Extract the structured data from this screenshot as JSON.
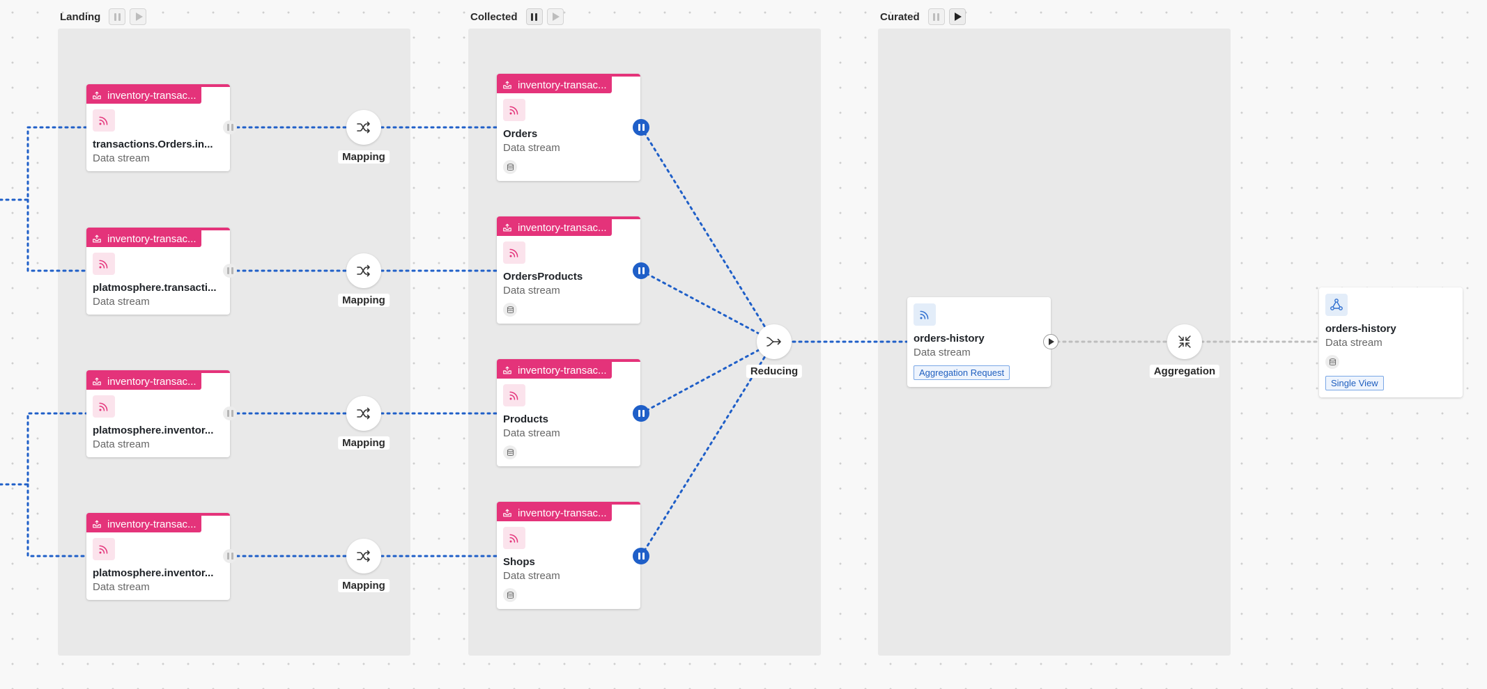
{
  "stages": [
    {
      "title": "Landing"
    },
    {
      "title": "Collected"
    },
    {
      "title": "Curated"
    }
  ],
  "landing_nodes": [
    {
      "tag": "inventory-transac...",
      "name": "transactions.Orders.in...",
      "type": "Data stream"
    },
    {
      "tag": "inventory-transac...",
      "name": "platmosphere.transacti...",
      "type": "Data stream"
    },
    {
      "tag": "inventory-transac...",
      "name": "platmosphere.inventor...",
      "type": "Data stream"
    },
    {
      "tag": "inventory-transac...",
      "name": "platmosphere.inventor...",
      "type": "Data stream"
    }
  ],
  "mappings": [
    {
      "label": "Mapping"
    },
    {
      "label": "Mapping"
    },
    {
      "label": "Mapping"
    },
    {
      "label": "Mapping"
    }
  ],
  "collected_nodes": [
    {
      "tag": "inventory-transac...",
      "name": "Orders",
      "type": "Data stream"
    },
    {
      "tag": "inventory-transac...",
      "name": "OrdersProducts",
      "type": "Data stream"
    },
    {
      "tag": "inventory-transac...",
      "name": "Products",
      "type": "Data stream"
    },
    {
      "tag": "inventory-transac...",
      "name": "Shops",
      "type": "Data stream"
    }
  ],
  "reducing": {
    "label": "Reducing"
  },
  "curated_node": {
    "name": "orders-history",
    "type": "Data stream",
    "chip": "Aggregation Request"
  },
  "aggregation": {
    "label": "Aggregation"
  },
  "output_node": {
    "name": "orders-history",
    "type": "Data stream",
    "chip": "Single View"
  },
  "colors": {
    "accent_pink": "#e4337a",
    "link_blue": "#1f5fc8",
    "stage_bg": "#e9e9e9"
  },
  "icons": [
    "pause-icon",
    "play-icon",
    "upload-tray-icon",
    "rss-feed-icon",
    "database-icon",
    "shuffle-icon",
    "merge-arrow-icon",
    "collapse-icon",
    "graph-nodes-icon"
  ]
}
